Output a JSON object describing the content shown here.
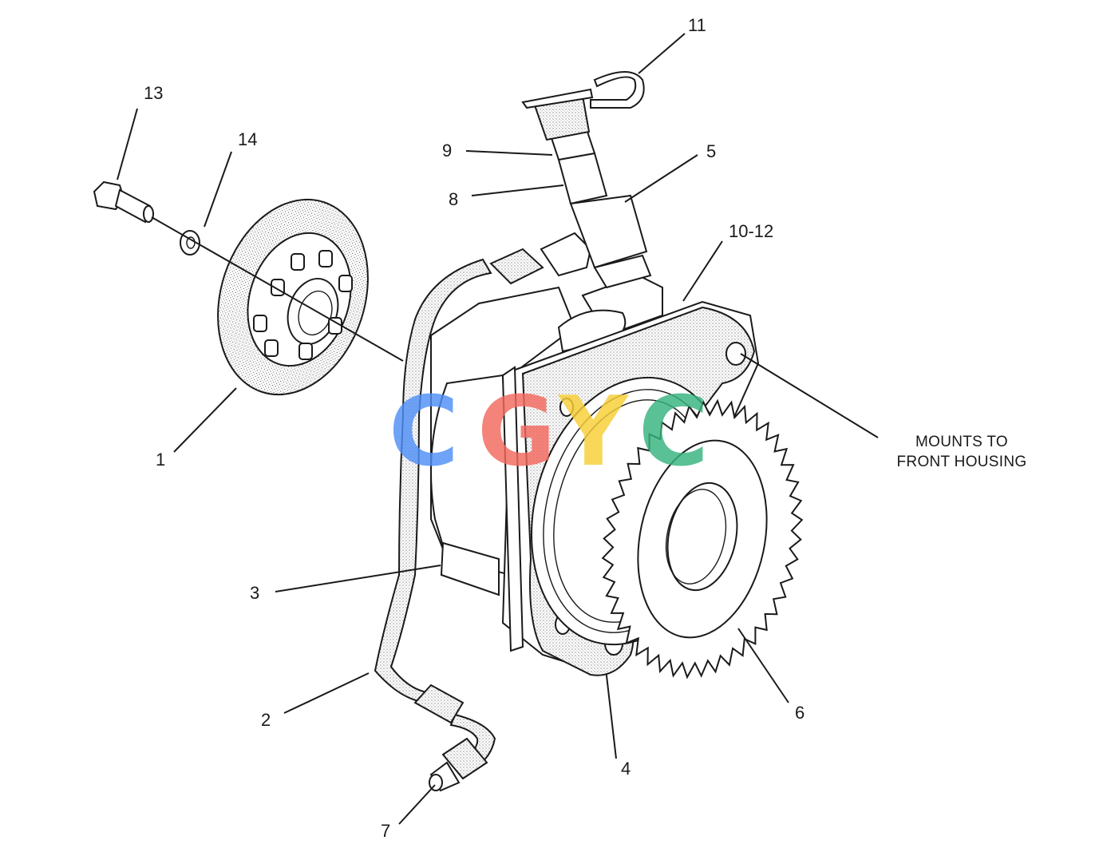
{
  "callouts": {
    "c1": "1",
    "c2": "2",
    "c3": "3",
    "c4": "4",
    "c5": "5",
    "c6": "6",
    "c7": "7",
    "c8": "8",
    "c9": "9",
    "c10_12": "10-12",
    "c11": "11",
    "c13": "13",
    "c14": "14"
  },
  "note": {
    "line1": "MOUNTS TO",
    "line2": "FRONT HOUSING"
  },
  "watermark": {
    "letters": [
      "C",
      "G",
      "Y",
      "C"
    ],
    "colors": [
      "#4f8ff7",
      "#f2685e",
      "#f7cf35",
      "#36b37e"
    ]
  }
}
